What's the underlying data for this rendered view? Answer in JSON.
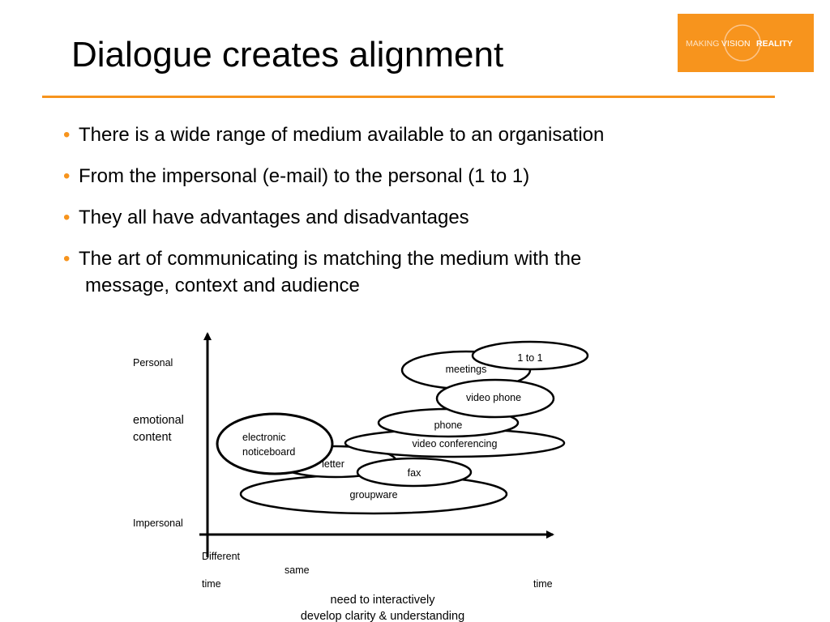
{
  "slide": {
    "title": "Dialogue creates alignment",
    "accent_color": "#f7941d",
    "bullet_color": "#f7941d"
  },
  "logo": {
    "word_making": "MAKING",
    "word_vision": "VISION",
    "word_reality": "REALITY",
    "background_color": "#f7941d"
  },
  "bullets": [
    {
      "text": "There is a wide range of medium available to an organisation"
    },
    {
      "text": "From the impersonal (e-mail) to the personal (1 to 1)"
    },
    {
      "text": "They all have advantages and disadvantages"
    },
    {
      "text": "The art of communicating is matching the medium with the",
      "continuation": "message, context and audience"
    }
  ],
  "diagram": {
    "y_axis": {
      "top_label": "Personal",
      "middle_label_line1": "emotional",
      "middle_label_line2": "content",
      "bottom_label": "Impersonal"
    },
    "x_axis": {
      "left_label_line1": "Different",
      "left_label_line2": "time",
      "middle_label": "same",
      "right_label": "time",
      "caption_line1": "need to interactively",
      "caption_line2": "develop clarity & understanding"
    },
    "media": {
      "groupware": "groupware",
      "letter": "letter",
      "fax": "fax",
      "video_conferencing": "video conferencing",
      "electronic_noticeboard_line1": "electronic",
      "electronic_noticeboard_line2": "noticeboard",
      "phone": "phone",
      "video_phone": "video phone",
      "meetings": "meetings",
      "one_to_one": "1 to 1"
    }
  }
}
